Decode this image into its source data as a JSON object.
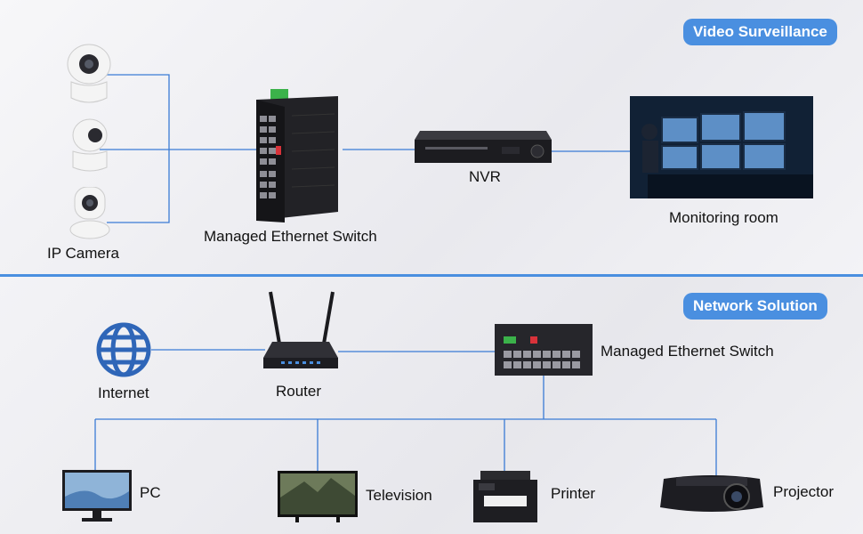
{
  "sections": {
    "top": {
      "badge": "Video Surveillance"
    },
    "bottom": {
      "badge": "Network Solution"
    }
  },
  "surveillance": {
    "camera_label": "IP Camera",
    "switch_label": "Managed Ethernet Switch",
    "nvr_label": "NVR",
    "monitor_label": "Monitoring room"
  },
  "network": {
    "internet_label": "Internet",
    "router_label": "Router",
    "switch_label": "Managed Ethernet Switch",
    "pc_label": "PC",
    "tv_label": "Television",
    "printer_label": "Printer",
    "projector_label": "Projector"
  },
  "colors": {
    "accent": "#4a8fe0",
    "wire": "#3a7bd5",
    "device": "#1e1e22"
  }
}
